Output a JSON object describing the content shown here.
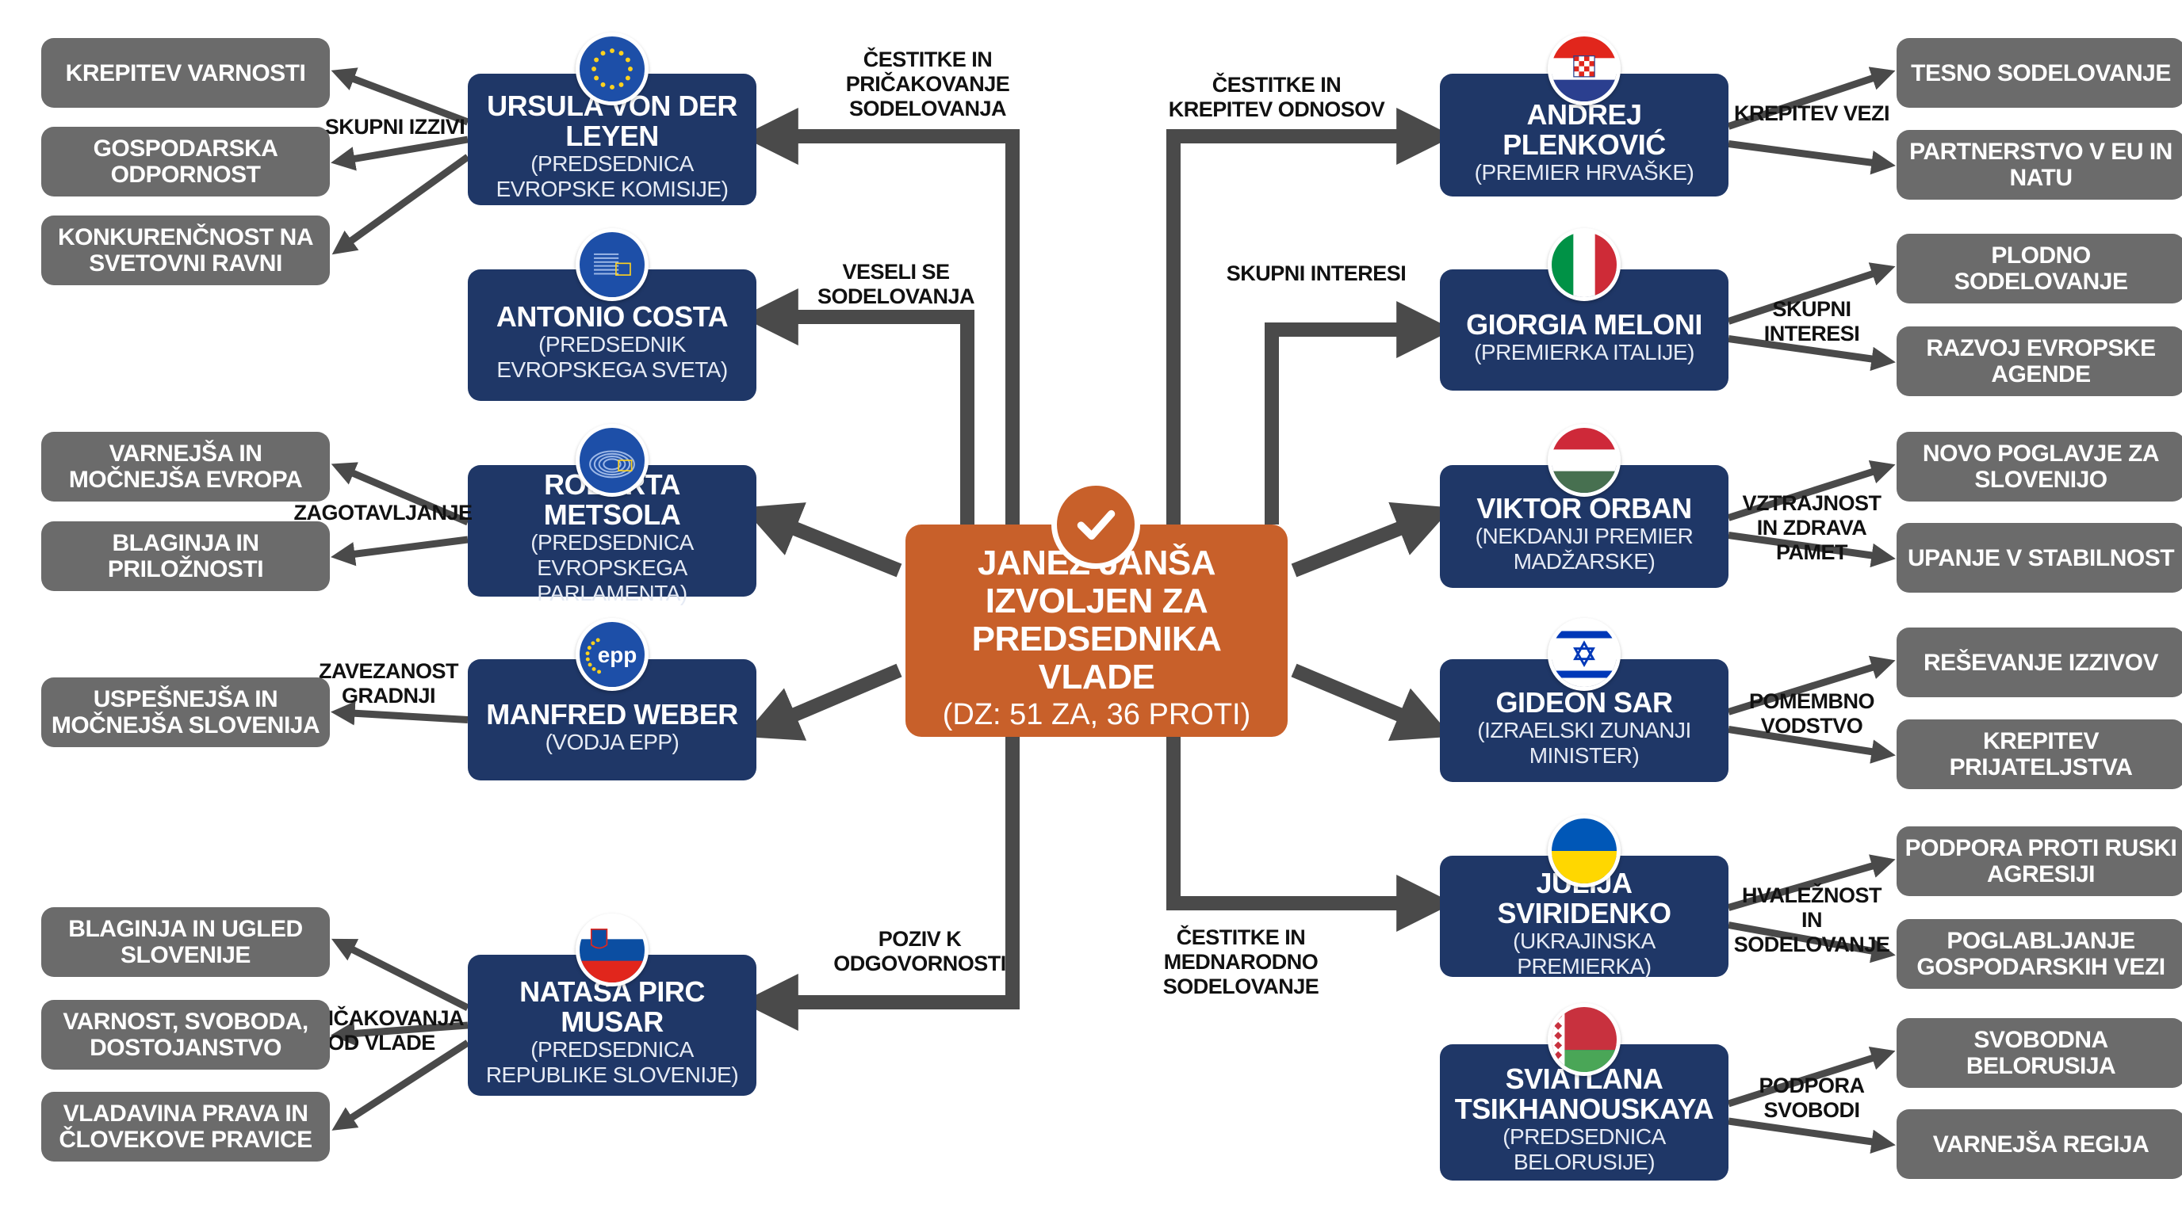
{
  "center": {
    "title_lines": [
      "JANEZ JANŠA",
      "IZVOLJEN ZA",
      "PREDSEDNIKA VLADE"
    ],
    "subtitle": "(DZ: 51 ZA, 36 PROTI)",
    "icon": "checkmark-icon"
  },
  "people": [
    {
      "id": "vdl",
      "name": "URSULA VON DER LEYEN",
      "role": "(PREDSEDNICA EVROPSKE KOMISIJE)",
      "icon": "eu-flag-icon",
      "link": "ČESTITKE IN PRIČAKOVANJE SODELOVANJA",
      "sub": "SKUPNI IZZIVI",
      "outcomes": [
        "KREPITEV VARNOSTI",
        "GOSPODARSKA ODPORNOST",
        "KONKURENČNOST NA SVETOVNI RAVNI"
      ]
    },
    {
      "id": "costa",
      "name": "ANTONIO COSTA",
      "role": "(PREDSEDNIK EVROPSKEGA SVETA)",
      "icon": "european-council-icon",
      "link": "VESELI SE SODELOVANJA",
      "sub": "",
      "outcomes": []
    },
    {
      "id": "metsola",
      "name": "ROBERTA METSOLA",
      "role": "(PREDSEDNICA EVROPSKEGA PARLAMENTA)",
      "icon": "european-parliament-icon",
      "link": "",
      "sub": "ZAGOTAVLJANJE",
      "outcomes": [
        "VARNEJŠA IN MOČNEJŠA EVROPA",
        "BLAGINJA IN PRILOŽNOSTI"
      ]
    },
    {
      "id": "weber",
      "name": "MANFRED WEBER",
      "role": "(VODJA EPP)",
      "icon": "epp-logo-icon",
      "logo_text": "epp",
      "link": "",
      "sub": "ZAVEZANOST GRADNJI",
      "outcomes": [
        "USPEŠNEJŠA IN MOČNEJŠA SLOVENIJA"
      ]
    },
    {
      "id": "pirc",
      "name": "NATAŠA PIRC MUSAR",
      "role": "(PREDSEDNICA REPUBLIKE SLOVENIJE)",
      "icon": "slovenia-flag-icon",
      "link": "POZIV K ODGOVORNOSTI",
      "sub": "PRIČAKOVANJA OD VLADE",
      "outcomes": [
        "BLAGINJA IN UGLED SLOVENIJE",
        "VARNOST, SVOBODA, DOSTOJANSTVO",
        "VLADAVINA PRAVA IN ČLOVEKOVE PRAVICE"
      ]
    },
    {
      "id": "plenkovic",
      "name": "ANDREJ PLENKOVIĆ",
      "role": "(PREMIER HRVAŠKE)",
      "icon": "croatia-flag-icon",
      "link": "ČESTITKE IN KREPITEV ODNOSOV",
      "sub": "KREPITEV VEZI",
      "outcomes": [
        "TESNO SODELOVANJE",
        "PARTNERSTVO V EU IN NATU"
      ]
    },
    {
      "id": "meloni",
      "name": "GIORGIA MELONI",
      "role": "(PREMIERKA ITALIJE)",
      "icon": "italy-flag-icon",
      "link": "SKUPNI INTERESI",
      "sub": "SKUPNI INTERESI",
      "outcomes": [
        "PLODNO SODELOVANJE",
        "RAZVOJ EVROPSKE AGENDE"
      ]
    },
    {
      "id": "orban",
      "name": "VIKTOR ORBAN",
      "role": "(NEKDANJI PREMIER MADŽARSKE)",
      "icon": "hungary-flag-icon",
      "link": "",
      "sub": "VZTRAJNOST IN ZDRAVA PAMET",
      "outcomes": [
        "NOVO POGLAVJE ZA SLOVENIJO",
        "UPANJE V STABILNOST"
      ]
    },
    {
      "id": "sar",
      "name": "GIDEON SAR",
      "role": "(IZRAELSKI ZUNANJI MINISTER)",
      "icon": "israel-flag-icon",
      "link": "",
      "sub": "POMEMBNO VODSTVO",
      "outcomes": [
        "REŠEVANJE IZZIVOV",
        "KREPITEV PRIJATELJSTVA"
      ]
    },
    {
      "id": "sviridenko",
      "name": "JULIJA SVIRIDENKO",
      "role": "(UKRAJINSKA PREMIERKA)",
      "icon": "ukraine-flag-icon",
      "link": "ČESTITKE IN MEDNARODNO SODELOVANJE",
      "sub": "HVALEŽNOST IN SODELOVANJE",
      "outcomes": [
        "PODPORA PROTI RUSKI AGRESIJI",
        "POGLABLJANJE GOSPODARSKIH VEZI"
      ]
    },
    {
      "id": "tsikhanouskaya",
      "name": "SVIATLANA TSIKHANOUSKAYA",
      "role": "(PREDSEDNICA BELORUSIJE)",
      "icon": "belarus-flag-icon",
      "link": "",
      "sub": "PODPORA SVOBODI",
      "outcomes": [
        "SVOBODNA BELORUSIJA",
        "VARNEJŠA REGIJA"
      ]
    }
  ],
  "colors": {
    "center": "#c8602a",
    "person": "#1f3767",
    "outcome": "#6b6b6b",
    "connector": "#4a4a4a"
  }
}
